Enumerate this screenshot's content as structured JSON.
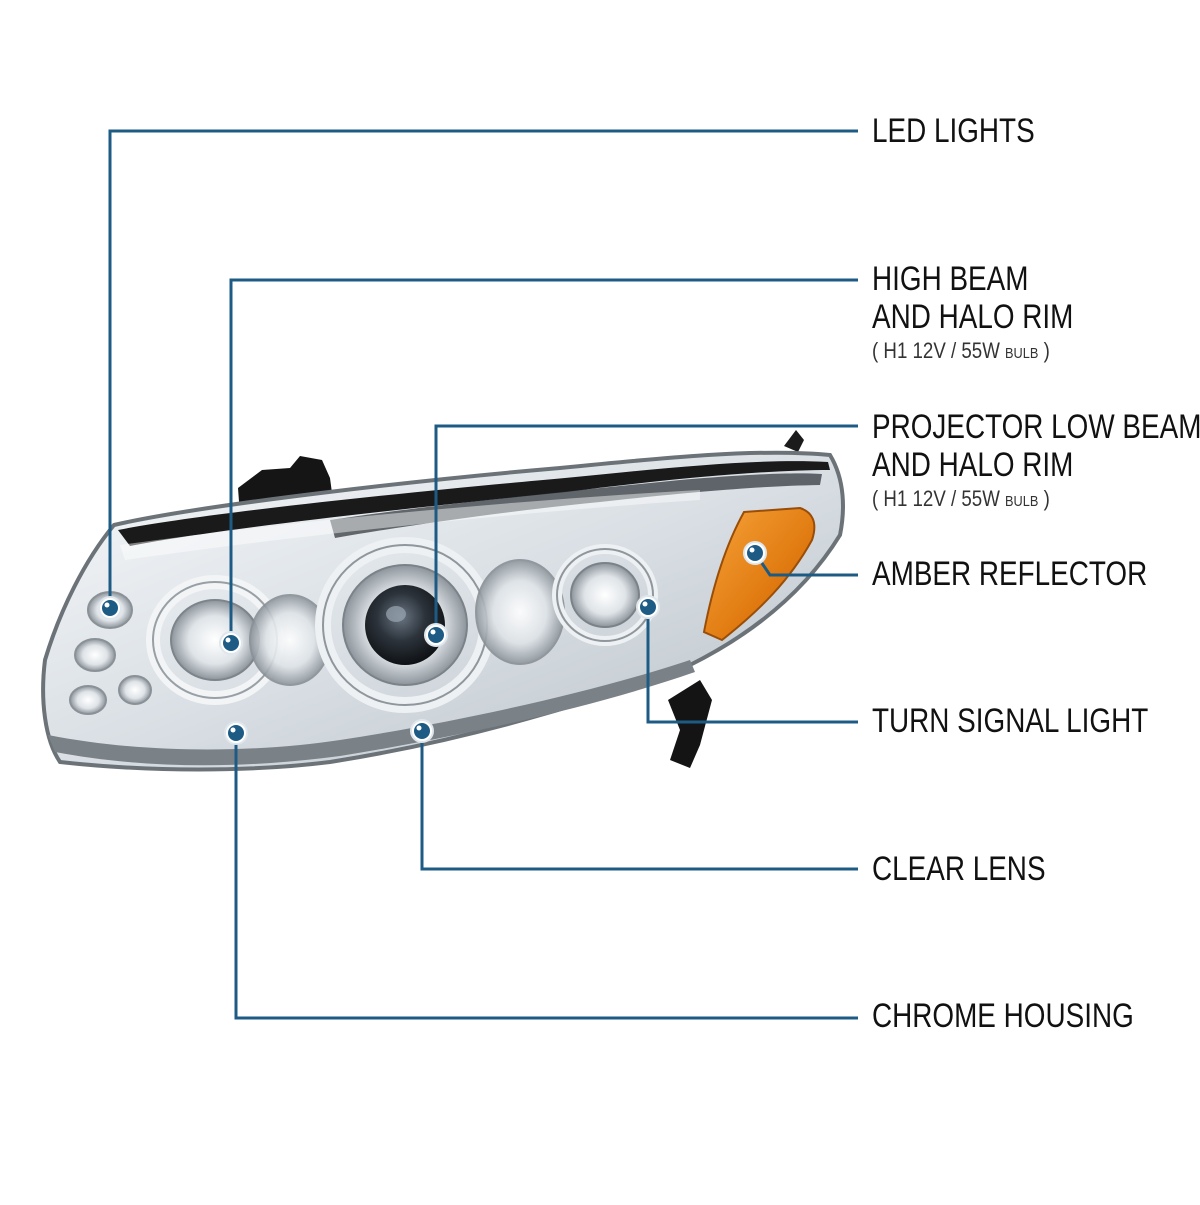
{
  "accent_color": "#1d5b85",
  "labels": {
    "led_lights": "LED LIGHTS",
    "high_beam": {
      "line1": "HIGH BEAM",
      "line2": "AND HALO RIM",
      "spec_open": "(",
      "spec_main": "H1  12V / 55W",
      "spec_unit": "BULB",
      "spec_close": ")"
    },
    "projector_low_beam": {
      "line1": "PROJECTOR LOW BEAM",
      "line2": "AND HALO RIM",
      "spec_open": "(",
      "spec_main": "H1  12V / 55W",
      "spec_unit": "BULB",
      "spec_close": ")"
    },
    "amber_reflector": "AMBER REFLECTOR",
    "turn_signal_light": "TURN SIGNAL LIGHT",
    "clear_lens": "CLEAR LENS",
    "chrome_housing": "CHROME HOUSING"
  },
  "product_image": {
    "subject": "headlight-assembly",
    "lens_color": "#e6eaee",
    "trim_color": "#1a1a1a",
    "reflector_color": "#e07a10"
  }
}
